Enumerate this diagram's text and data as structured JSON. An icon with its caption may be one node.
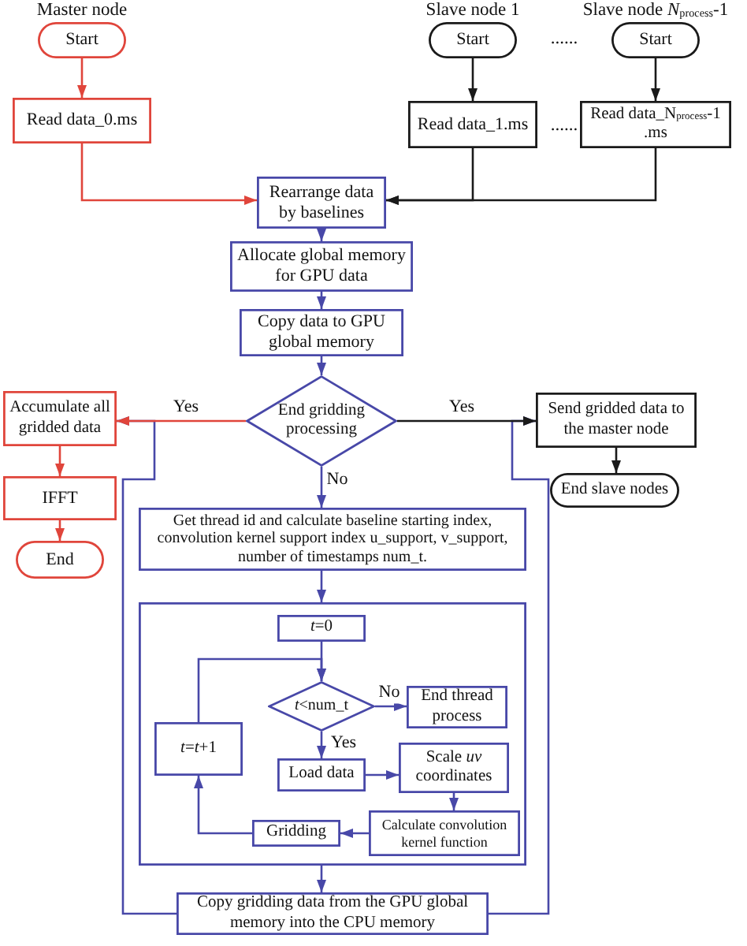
{
  "diagram": {
    "nodes": [
      {
        "text": [
          "Start"
        ],
        "beside": [
          "Master node"
        ]
      },
      {
        "text": [
          "Start"
        ],
        "beside": [
          "Slave node 1"
        ]
      },
      {
        "text": [
          "Start"
        ],
        "beside": [
          "Slave node *N*$_{process}$-1"
        ]
      },
      {
        "text": [
          "Read data_0.ms"
        ]
      },
      {
        "text": [
          "Read data_1.ms"
        ]
      },
      {
        "text": [
          "Read data_N$_{process}$-1 .ms"
        ]
      },
      {
        "text": [
          "Rearrange data by baselines"
        ]
      },
      {
        "text": [
          "Allocate global memory for GPU data"
        ]
      },
      {
        "text": [
          "Copy data to GPU global memory"
        ]
      },
      {
        "text": [
          "End gridding processing"
        ]
      },
      {
        "text": [
          "Accumulate all gridded data"
        ]
      },
      {
        "text": [
          "IFFT"
        ]
      },
      {
        "text": [
          "End"
        ]
      },
      {
        "text": [
          "Send gridded data to the master node"
        ]
      },
      {
        "text": [
          "End slave nodes"
        ]
      },
      {
        "text": [
          "Get thread id and calculate baseline starting index, convolution kernel support index u_support, v_support, number of timestamps num_t."
        ]
      },
      {
        "text": [],
        "shape": "box"
      },
      {
        "text": [
          "*t*=0"
        ],
        "in": 16
      },
      {
        "text": [
          "*t*<num_t"
        ],
        "in": 16
      },
      {
        "text": [
          "End thread process"
        ],
        "in": 16
      },
      {
        "text": [
          "*t*=*t*+1"
        ],
        "in": 16
      },
      {
        "text": [
          "Load data"
        ],
        "in": 16
      },
      {
        "text": [
          "Scale *uv* coordinates"
        ],
        "in": 16
      },
      {
        "text": [
          "Calculate convolution kernel function"
        ],
        "in": 16
      },
      {
        "text": [
          "Gridding"
        ],
        "in": 16
      },
      {
        "text": [
          "Copy gridding data from the GPU global memory into the CPU memory"
        ]
      }
    ],
    "edges": [
      {
        "from": 0,
        "to": 3,
        "arrow": "to",
        "color": "#e0453b"
      },
      {
        "from": 1,
        "to": 4,
        "arrow": "to",
        "color": "#1a1a1a"
      },
      {
        "from": 2,
        "to": 5,
        "arrow": "to",
        "color": "#1a1a1a"
      },
      {
        "from": 3,
        "to": 6,
        "arrow": "to",
        "color": "#e0453b"
      },
      {
        "from": 4,
        "to": 6,
        "arrow": "to",
        "color": "#1a1a1a"
      },
      {
        "from": 5,
        "to": 6,
        "arrow": "to",
        "color": "#1a1a1a"
      },
      {
        "from": 6,
        "to": 7,
        "arrow": "to"
      },
      {
        "from": 7,
        "to": 8,
        "arrow": "to"
      },
      {
        "from": 8,
        "to": 9,
        "arrow": "to"
      },
      {
        "from": 9,
        "to": 10,
        "arrow": "to",
        "label": "Yes",
        "color": "#e0453b"
      },
      {
        "from": 9,
        "to": 13,
        "arrow": "to",
        "label": "Yes",
        "color": "#1a1a1a"
      },
      {
        "from": 9,
        "to": 15,
        "arrow": "to",
        "label": "No"
      },
      {
        "from": 10,
        "to": 11,
        "arrow": "to",
        "color": "#e0453b"
      },
      {
        "from": 11,
        "to": 12,
        "arrow": "to",
        "color": "#e0453b"
      },
      {
        "from": 13,
        "to": 14,
        "arrow": "to",
        "color": "#1a1a1a"
      },
      {
        "from": 15,
        "to": 16,
        "arrow": "to"
      },
      {
        "from": 17,
        "to": 18,
        "arrow": "to"
      },
      {
        "from": 18,
        "to": 19,
        "arrow": "to",
        "label": "No"
      },
      {
        "from": 18,
        "to": 21,
        "arrow": "to",
        "label": "Yes"
      },
      {
        "from": 21,
        "to": 22,
        "arrow": "to"
      },
      {
        "from": 22,
        "to": 23,
        "arrow": "to"
      },
      {
        "from": 23,
        "to": 24,
        "arrow": "to"
      },
      {
        "from": 24,
        "to": 20,
        "arrow": "to"
      },
      {
        "from": 20,
        "to": 18,
        "arrow": "to"
      },
      {
        "from": 16,
        "to": 25,
        "arrow": "to"
      },
      {
        "from": 25,
        "to": 10,
        "arrow": "to"
      },
      {
        "from": 25,
        "to": 13,
        "arrow": "to"
      }
    ],
    "labels": [
      "......",
      "......"
    ]
  }
}
